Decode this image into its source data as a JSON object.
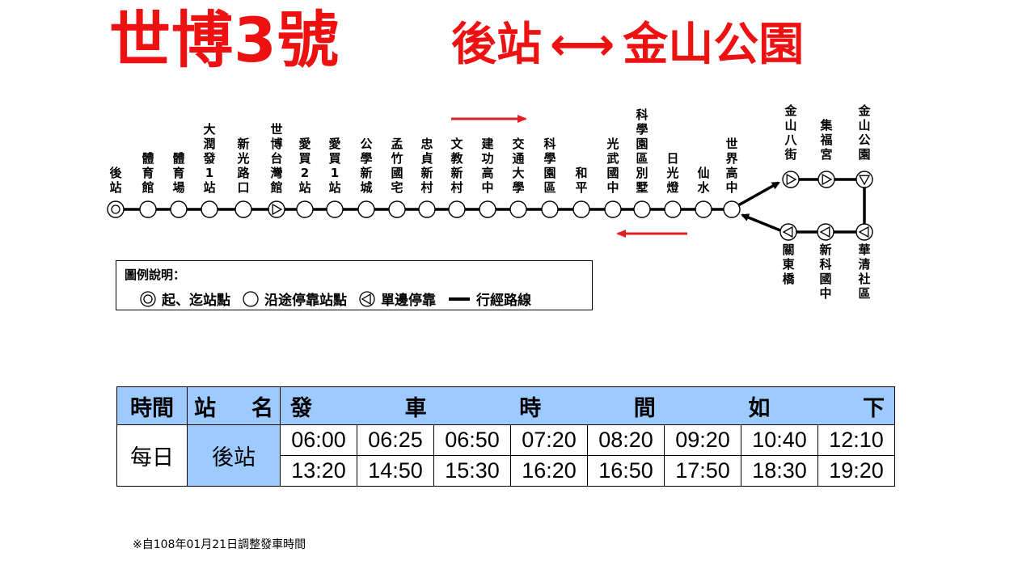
{
  "header": {
    "route_name": "世博3號",
    "from": "後站",
    "arrow": "⟷",
    "to": "金山公園"
  },
  "stations": {
    "main_line": [
      "後站",
      "體育館",
      "體育場",
      "大潤發1站",
      "新光路口",
      "世博台灣館",
      "愛買2站",
      "愛買1站",
      "公學新城",
      "孟竹國宅",
      "忠貞新村",
      "文教新村",
      "建功高中",
      "交通大學",
      "科學園區",
      "和平",
      "光武國中",
      "科學園區別墅",
      "日光燈",
      "仙水",
      "世界高中"
    ],
    "loop_top": [
      "金山八街",
      "集福宮",
      "金山公園"
    ],
    "loop_bottom": [
      "關東橋",
      "新科國中",
      "華清社區"
    ]
  },
  "legend": {
    "title": "圖例說明：",
    "terminal": "起、迄站點",
    "regular": "沿途停靠站點",
    "one_way": "單邊停靠",
    "route_line": "行經路線"
  },
  "schedule": {
    "col_time": "時間",
    "col_station": [
      "站",
      "名"
    ],
    "col_departures": [
      "發",
      "車",
      "時",
      "間",
      "如",
      "下"
    ],
    "day": "每日",
    "station": "後站",
    "times_row1": [
      "06:00",
      "06:25",
      "06:50",
      "07:20",
      "08:20",
      "09:20",
      "10:40",
      "12:10"
    ],
    "times_row2": [
      "13:20",
      "14:50",
      "15:30",
      "16:20",
      "16:50",
      "17:50",
      "18:30",
      "19:20"
    ]
  },
  "footnote": "※自108年01月21日調整發車時間",
  "colors": {
    "title_red": "#ee1111",
    "header_blue": "#9ecbff",
    "arrow_red": "#e02020"
  }
}
